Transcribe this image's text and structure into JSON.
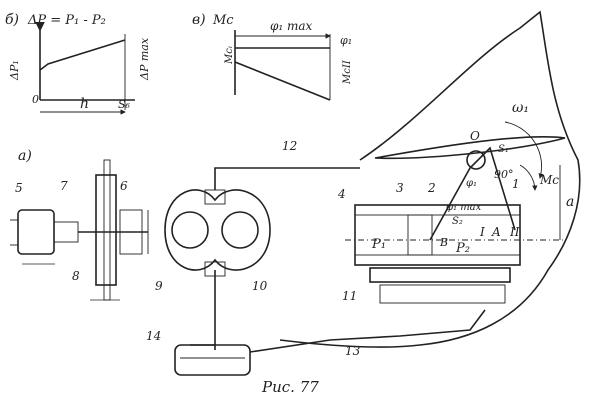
{
  "figure": {
    "caption": "Рис. 77",
    "panel_b": {
      "tag": "б)",
      "formula": "ΔP = P₁ - P₂",
      "y_label": "ΔP₁",
      "y_peak_label": "ΔP max",
      "origin": "0",
      "x_label": "h",
      "x_end": "S₆"
    },
    "panel_v": {
      "tag": "в)",
      "title": "Mc",
      "top_label": "φ₁ max",
      "right_label": "φ₁",
      "left_label": "Mcᵢ",
      "right_value": "McII"
    },
    "panel_a": {
      "tag": "а)",
      "numbers": [
        "1",
        "2",
        "3",
        "4",
        "5",
        "6",
        "7",
        "8",
        "9",
        "10",
        "11",
        "12",
        "13",
        "14"
      ],
      "labels": {
        "p1": "P₁",
        "p2": "P₂",
        "zone_1": "I",
        "zone_2": "II",
        "point_a": "A",
        "point_b": "B",
        "point_o": "O",
        "omega": "ω₁",
        "moment": "Mc",
        "angle": "90°",
        "phi1": "φ₁",
        "phi1max": "φ₁ max",
        "s1": "S₁",
        "s2": "S₂",
        "dim_a": "a"
      }
    }
  }
}
